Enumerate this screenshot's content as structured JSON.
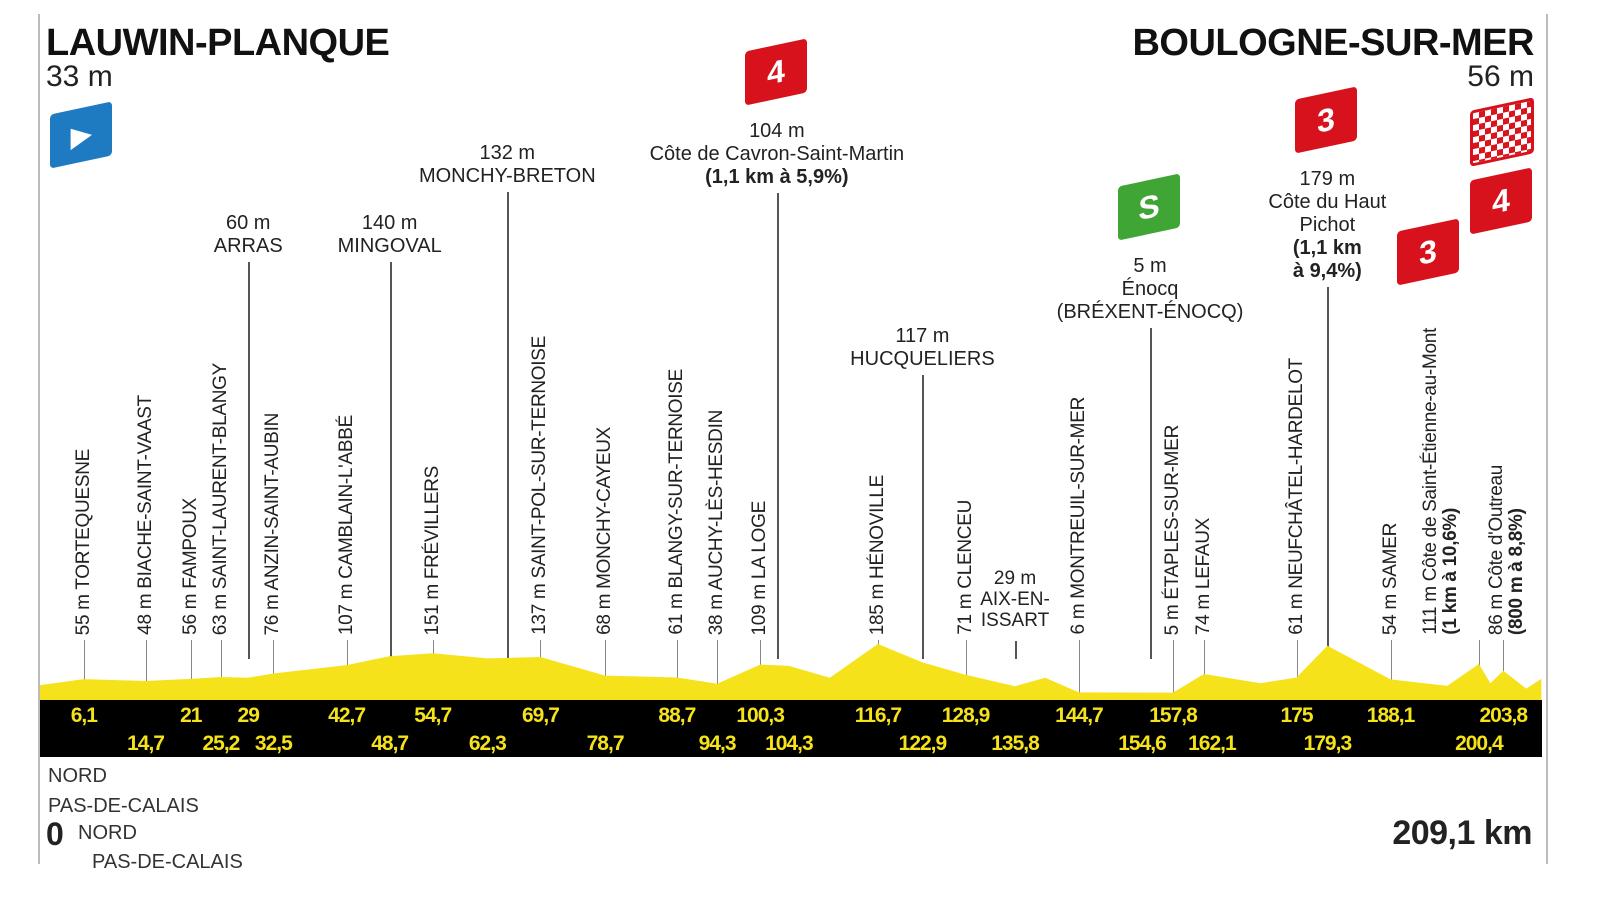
{
  "start": {
    "city": "LAUWIN-PLANQUE",
    "altitude": "33 m"
  },
  "finish": {
    "city": "BOULOGNE-SUR-MER",
    "altitude": "56 m",
    "distance": "209,1 km"
  },
  "start_km": "0",
  "departments": {
    "top_left_1": "NORD",
    "top_left_2": "PAS-DE-CALAIS",
    "bottom_1": "NORD",
    "bottom_2": "PAS-DE-CALAIS"
  },
  "colors": {
    "profile": "#f5e21a",
    "band": "#000000",
    "climb": "#d8121c",
    "sprint": "#3fa535",
    "start_flag": "#1f7bc1"
  },
  "vertical_labels": [
    {
      "text": "55 m TORTEQUESNE",
      "km": 6.1
    },
    {
      "text": "48 m BIACHE-SAINT-VAAST",
      "km": 14.7
    },
    {
      "text": "56 m FAMPOUX",
      "km": 21
    },
    {
      "text": "63 m SAINT-LAURENT-BLANGY",
      "km": 25.2
    },
    {
      "text": "76 m ANZIN-SAINT-AUBIN",
      "km": 32.5
    },
    {
      "text": "107 m CAMBLAIN-L'ABBÉ",
      "km": 42.7
    },
    {
      "text": "151 m FRÉVILLERS",
      "km": 54.7
    },
    {
      "text": "137 m SAINT-POL-SUR-TERNOISE",
      "km": 69.7
    },
    {
      "text": "68 m MONCHY-CAYEUX",
      "km": 78.7
    },
    {
      "text": "61 m BLANGY-SUR-TERNOISE",
      "km": 88.7
    },
    {
      "text": "38 m AUCHY-LÈS-HESDIN",
      "km": 94.3
    },
    {
      "text": "109 m LA LOGE",
      "km": 100.3
    },
    {
      "text": "185 m HÉNOVILLE",
      "km": 116.7
    },
    {
      "text": "71 m CLENCEU",
      "km": 128.9
    },
    {
      "text": "6 m MONTREUIL-SUR-MER",
      "km": 144.7
    },
    {
      "text": "5 m ÉTAPLES-SUR-MER",
      "km": 157.8
    },
    {
      "text": "74 m LEFAUX",
      "km": 162.1
    },
    {
      "text": "61 m NEUFCHÂTEL-HARDELOT",
      "km": 175
    },
    {
      "text": "54 m SAMER",
      "km": 188.1
    },
    {
      "text": "111 m Côte de Saint-Étienne-au-Mont",
      "text2": "(1 km à 10,6%)",
      "km": 200.4
    },
    {
      "text": "86 m Côte d'Outreau",
      "text2": "(800 m à 8,8%)",
      "km": 203.8
    }
  ],
  "top_labels": [
    {
      "lines": [
        "60 m",
        "ARRAS"
      ],
      "km": 29
    },
    {
      "lines": [
        "140 m",
        "MINGOVAL"
      ],
      "km": 48.7
    },
    {
      "lines": [
        "132 m",
        "MONCHY-BRETON"
      ],
      "km": 62.3
    },
    {
      "lines": [
        "104 m",
        "Côte de Cavron-Saint-Martin"
      ],
      "bold": "(1,1 km à 5,9%)",
      "km": 104.3,
      "flag": "4"
    },
    {
      "lines": [
        "117 m",
        "HUCQUELIERS"
      ],
      "km": 122.9
    },
    {
      "lines": [
        "29 m",
        "AIX-EN-",
        "ISSART"
      ],
      "km": 135.8
    },
    {
      "lines": [
        "5 m",
        "Énocq",
        "(BRÉXENT-ÉNOCQ)"
      ],
      "km": 154.6,
      "flag": "S"
    },
    {
      "lines": [
        "179 m",
        "Côte du Haut",
        "Pichot"
      ],
      "bold": "(1,1 km",
      "bold2": "à 9,4%)",
      "km": 179.3,
      "flag": "3"
    }
  ],
  "climb_flags": {
    "saint_etienne": "3",
    "outreau": "4"
  },
  "km_markers": [
    "6,1",
    "14,7",
    "21",
    "25,2",
    "29",
    "32,5",
    "42,7",
    "48,7",
    "54,7",
    "62,3",
    "69,7",
    "78,7",
    "88,7",
    "94,3",
    "100,3",
    "104,3",
    "116,7",
    "122,9",
    "128,9",
    "135,8",
    "144,7",
    "154,6",
    "157,8",
    "162,1",
    "175",
    "179,3",
    "188,1",
    "200,4",
    "203,8"
  ],
  "profile_elevations_m": [
    [
      0,
      33
    ],
    [
      6.1,
      55
    ],
    [
      14.7,
      48
    ],
    [
      21,
      56
    ],
    [
      25.2,
      63
    ],
    [
      29,
      60
    ],
    [
      32.5,
      76
    ],
    [
      42.7,
      107
    ],
    [
      48.7,
      140
    ],
    [
      54.7,
      151
    ],
    [
      62.3,
      132
    ],
    [
      69.7,
      137
    ],
    [
      78.7,
      68
    ],
    [
      88.7,
      61
    ],
    [
      94.3,
      38
    ],
    [
      100.3,
      109
    ],
    [
      104.3,
      104
    ],
    [
      110,
      60
    ],
    [
      116.7,
      185
    ],
    [
      122.9,
      117
    ],
    [
      128.9,
      71
    ],
    [
      135.8,
      29
    ],
    [
      140,
      60
    ],
    [
      144.7,
      6
    ],
    [
      154.6,
      5
    ],
    [
      157.8,
      5
    ],
    [
      162.1,
      74
    ],
    [
      170,
      40
    ],
    [
      175,
      61
    ],
    [
      179.3,
      179
    ],
    [
      188.1,
      54
    ],
    [
      196,
      30
    ],
    [
      200.4,
      111
    ],
    [
      202,
      40
    ],
    [
      203.8,
      86
    ],
    [
      207,
      20
    ],
    [
      209.1,
      56
    ]
  ]
}
